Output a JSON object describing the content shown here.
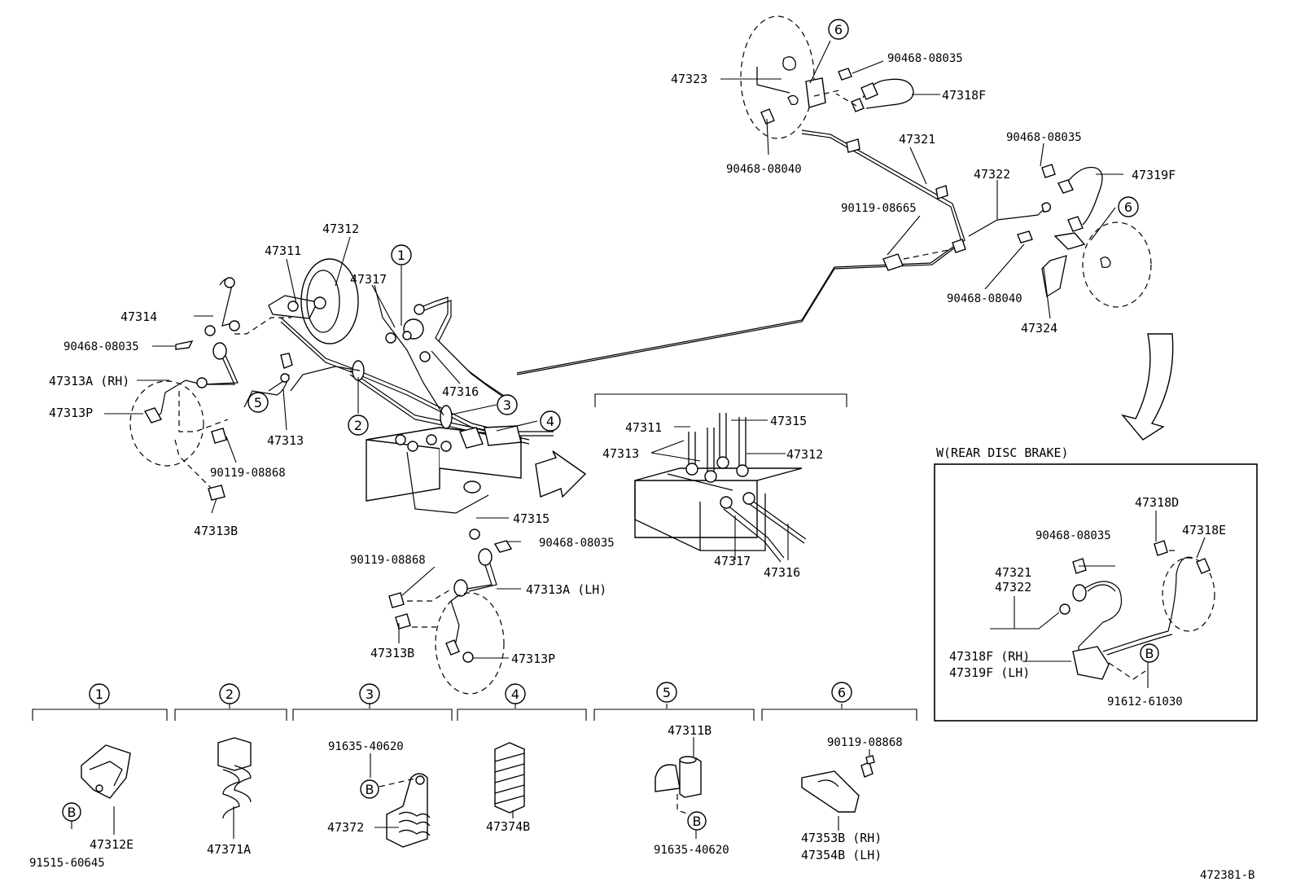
{
  "callouts": {
    "c47323": "47323",
    "c90468_08035_top": "90468-08035",
    "c47318F_top": "47318F",
    "c90468_08040_top": "90468-08040",
    "c47321_top": "47321",
    "c90468_08035_r": "90468-08035",
    "c47322": "47322",
    "c47319F": "47319F",
    "c90119_08665": "90119-08665",
    "c90468_08040_r": "90468-08040",
    "c47324": "47324",
    "c47312": "47312",
    "c47311": "47311",
    "c47317": "47317",
    "c47314": "47314",
    "c90468_08035_l": "90468-08035",
    "c47313A_RH": "47313A (RH)",
    "c47313P_l": "47313P",
    "c47316": "47316",
    "c47313": "47313",
    "c90119_08868_l": "90119-08868",
    "c47313B_l": "47313B",
    "c47315": "47315",
    "c90468_08035_b": "90468-08035",
    "c90119_08868_c": "90119-08868",
    "c47313A_LH": "47313A (LH)",
    "c47313B_c": "47313B",
    "c47313P_c": "47313P",
    "d47311": "47311",
    "d47315": "47315",
    "d47313": "47313",
    "d47312": "47312",
    "d47317": "47317",
    "d47316": "47316"
  },
  "inset": {
    "title": "W(REAR DISC BRAKE)",
    "c47318D": "47318D",
    "c90468_08035": "90468-08035",
    "c47318E": "47318E",
    "c47321": "47321",
    "c47322": "47322",
    "c47318F_RH": "47318F (RH)",
    "c47319F_LH": "47319F (LH)",
    "c91612_61030": "91612-61030"
  },
  "circle_markers": {
    "n1": "1",
    "n2": "2",
    "n3": "3",
    "n4": "4",
    "n5": "5",
    "n6": "6",
    "b": "B"
  },
  "details": [
    {
      "num": "1",
      "parts": [
        "47312E",
        "91515-60645"
      ]
    },
    {
      "num": "2",
      "parts": [
        "47371A"
      ]
    },
    {
      "num": "3",
      "parts": [
        "91635-40620",
        "47372"
      ]
    },
    {
      "num": "4",
      "parts": [
        "47374B"
      ]
    },
    {
      "num": "5",
      "parts": [
        "47311B",
        "91635-40620"
      ]
    },
    {
      "num": "6",
      "parts": [
        "90119-08868",
        "47353B (RH)",
        "47354B (LH)"
      ]
    }
  ],
  "figure_code": "472381-B"
}
